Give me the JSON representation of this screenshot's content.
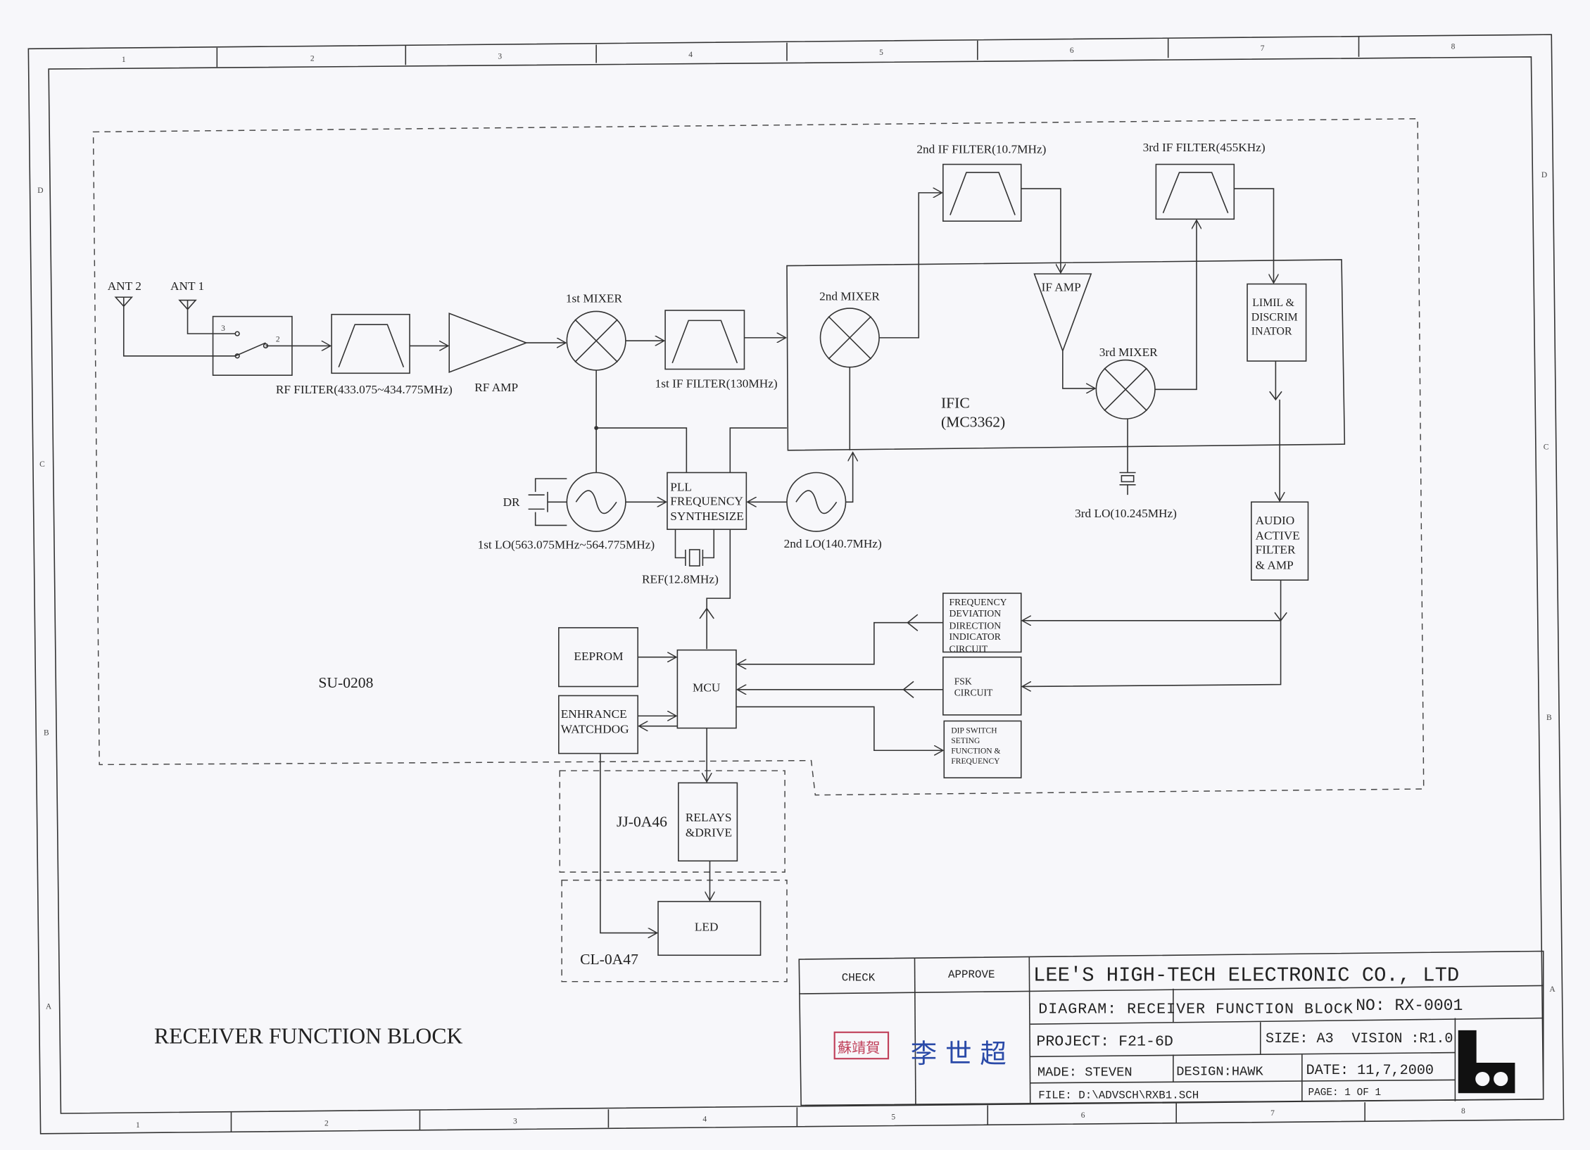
{
  "sheet": {
    "zones_top": [
      "1",
      "2",
      "3",
      "4",
      "5",
      "6",
      "7",
      "8"
    ],
    "zones_bottom": [
      "1",
      "2",
      "3",
      "4",
      "5",
      "6",
      "7",
      "8"
    ],
    "rows_left": [
      "D",
      "C",
      "B",
      "A"
    ],
    "rows_right": [
      "D",
      "C",
      "B",
      "A"
    ],
    "title": "RECEIVER FUNCTION BLOCK",
    "board_main": "SU-0208",
    "board_relay": "JJ-0A46",
    "board_led": "CL-0A47"
  },
  "blocks": {
    "ant2": "ANT 2",
    "ant1": "ANT 1",
    "switch_pin3": "3",
    "switch_pin2": "2",
    "rf_filter": "RF FILTER(433.075~434.775MHz)",
    "rf_amp": "RF AMP",
    "mixer1": "1st MIXER",
    "if1_filter": "1st IF FILTER(130MHz)",
    "mixer2": "2nd MIXER",
    "if2_filter": "2nd IF FILTER(10.7MHz)",
    "if3_filter": "3rd IF FILTER(455KHz)",
    "if_amp": "IF AMP",
    "mixer3": "3rd MIXER",
    "limiter": [
      "LIMIL &",
      "DISCRIM",
      "INATOR"
    ],
    "ific": [
      "IFIC",
      "(MC3362)"
    ],
    "lo3": "3rd LO(10.245MHz)",
    "dr": "DR",
    "lo1": "1st LO(563.075MHz~564.775MHz)",
    "pll": [
      "PLL",
      "FREQUENCY",
      "SYNTHESIZE"
    ],
    "lo2": "2nd LO(140.7MHz)",
    "ref": "REF(12.8MHz)",
    "audio": [
      "AUDIO",
      "ACTIVE",
      "FILTER",
      "& AMP"
    ],
    "freq_dev": [
      "FREQUENCY",
      "DEVIATION",
      "DIRECTION",
      "INDICATOR",
      "CIRCUIT"
    ],
    "fsk": [
      "FSK",
      "CIRCUIT"
    ],
    "dip": [
      "DIP SWITCH",
      "SETING",
      "FUNCTION &",
      "FREQUENCY"
    ],
    "eeprom": "EEPROM",
    "watchdog": [
      "ENHRANCE",
      "WATCHDOG"
    ],
    "mcu": "MCU",
    "relays": [
      "RELAYS",
      "&DRIVE"
    ],
    "led": "LED"
  },
  "title_block": {
    "check": "CHECK",
    "approve": "APPROVE",
    "company": "LEE'S HIGH-TECH ELECTRONIC CO., LTD",
    "diagram": "DIAGRAM: RECEIVER FUNCTION BLOCK",
    "no": "NO: RX-0001",
    "project": "PROJECT: F21-6D",
    "size": "SIZE: A3",
    "vision": "VISION :R1.0",
    "made": "MADE: STEVEN",
    "design": "DESIGN:HAWK",
    "date": "DATE: 11,7,2000",
    "file": "FILE: D:\\ADVSCH\\RXB1.SCH",
    "page": "PAGE:  1   OF   1",
    "stamp": "蘇靖賀",
    "signature": "李 世 超",
    "logo": "Lee"
  }
}
